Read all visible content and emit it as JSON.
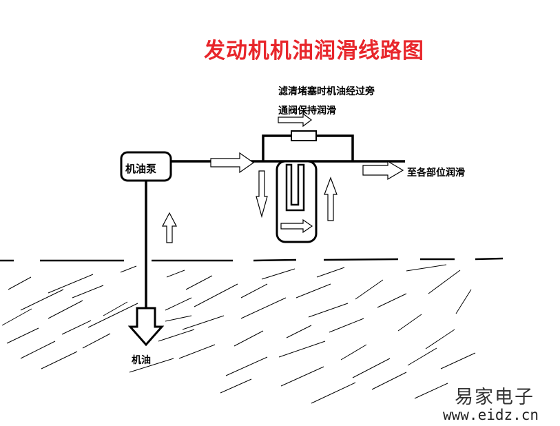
{
  "title": "发动机机油润滑线路图",
  "labels": {
    "bypass_line1": "滤清堵塞时机油经过旁",
    "bypass_line2": "通阀保持润滑",
    "destination": "至各部位润滑",
    "pump": "机油泵",
    "oil": "机油"
  },
  "watermark": {
    "brand": "易家电子",
    "url": "www.eidz.cn"
  },
  "colors": {
    "title": "#e8262b",
    "line": "#000000"
  }
}
